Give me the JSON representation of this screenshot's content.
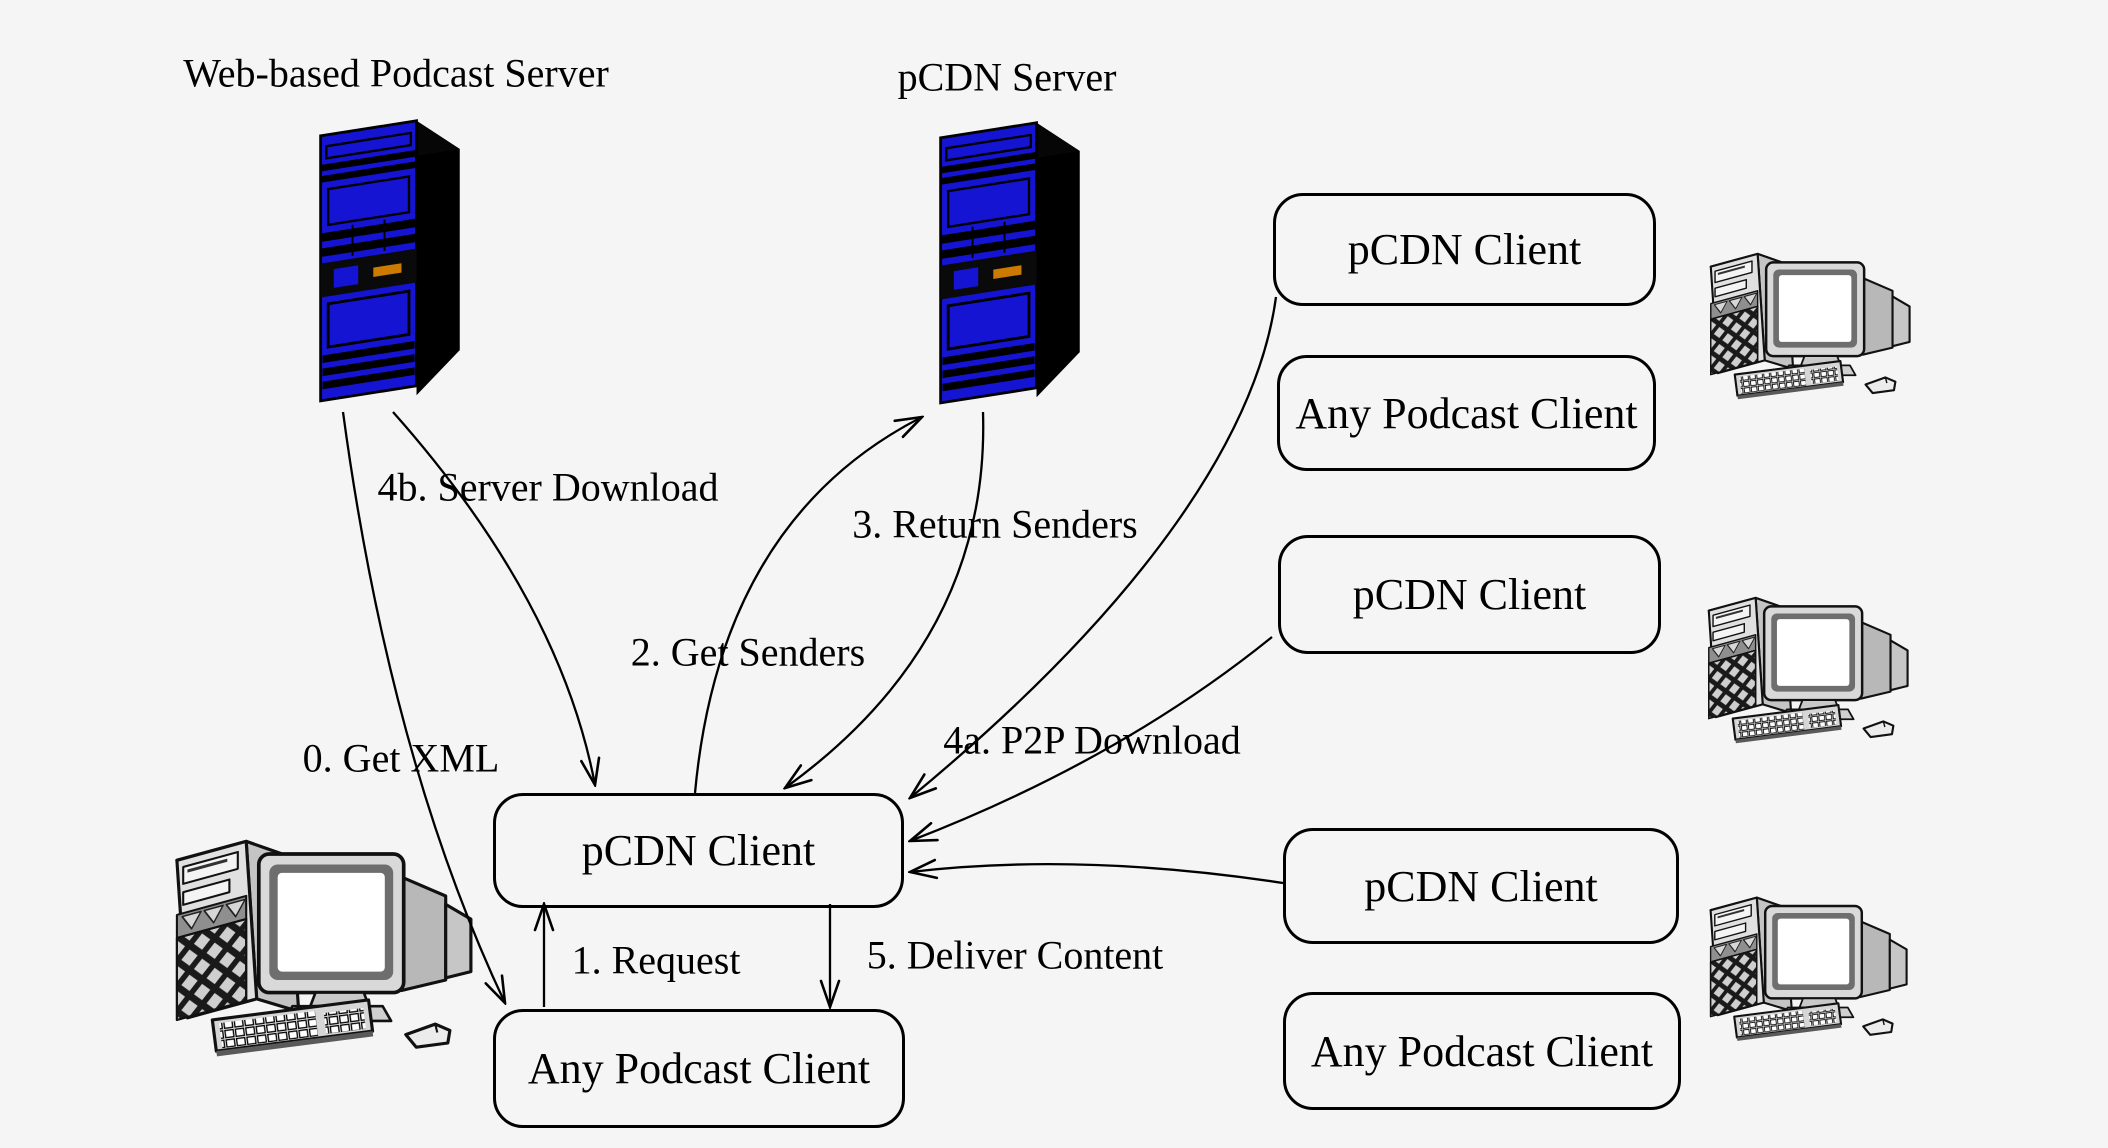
{
  "diagram": {
    "titles": {
      "web_server": "Web-based Podcast Server",
      "pcdn_server": "pCDN Server"
    },
    "nodes": {
      "center_pcdn_client": "pCDN Client",
      "center_any_podcast_client": "Any Podcast Client",
      "right_top_pcdn_client": "pCDN Client",
      "right_top_any_podcast_client": "Any Podcast Client",
      "right_middle_pcdn_client": "pCDN Client",
      "right_bottom_pcdn_client": "pCDN Client",
      "right_bottom_any_podcast_client": "Any Podcast Client"
    },
    "arrows": {
      "step0": "0. Get XML",
      "step1": "1. Request",
      "step2": "2. Get Senders",
      "step3": "3. Return Senders",
      "step4a": "4a. P2P Download",
      "step4b": "4b. Server Download",
      "step5": "5. Deliver Content"
    },
    "icons": {
      "server": "server-tower-icon",
      "computer": "desktop-computer-icon"
    }
  },
  "colors": {
    "background": "#f5f5f5",
    "ink": "#000000",
    "server_blue": "#1414d2",
    "server_accent_orange": "#cc7a00"
  }
}
